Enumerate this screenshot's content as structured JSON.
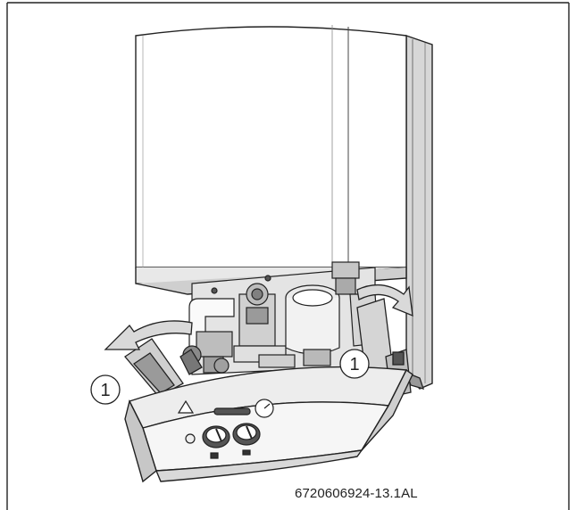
{
  "figure": {
    "callouts": [
      {
        "label": "1"
      },
      {
        "label": "1"
      }
    ],
    "figure_id": "6720606924-13.1AL"
  }
}
